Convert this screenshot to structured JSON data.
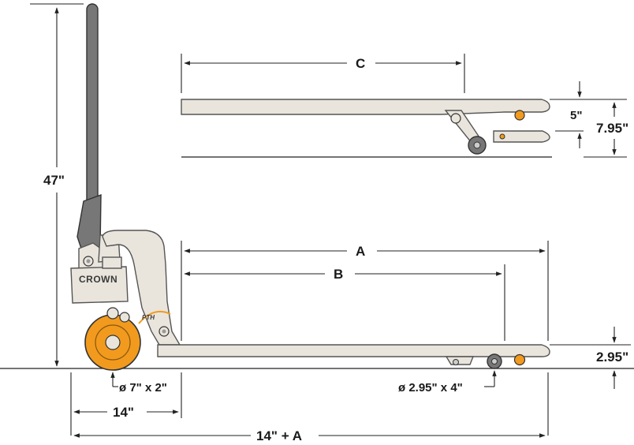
{
  "dimensions": {
    "height": "47\"",
    "fork_length_c": "C",
    "raised_lift": "5\"",
    "raised_height": "7.95\"",
    "overall_length_a": "A",
    "fork_length_b": "B",
    "lowered_height": "2.95\"",
    "steer_wheel": "ø 7\" x 2\"",
    "load_wheel": "ø 2.95\" x 4\"",
    "handle_offset": "14\"",
    "total_length": "14\" + A"
  },
  "branding": {
    "brand_logo": "CROWN",
    "model_logo": "PTH"
  },
  "colors": {
    "body": "#e9e5dc",
    "handle": "#777777",
    "wheel_accent": "#f29a1e",
    "line": "#222222"
  }
}
